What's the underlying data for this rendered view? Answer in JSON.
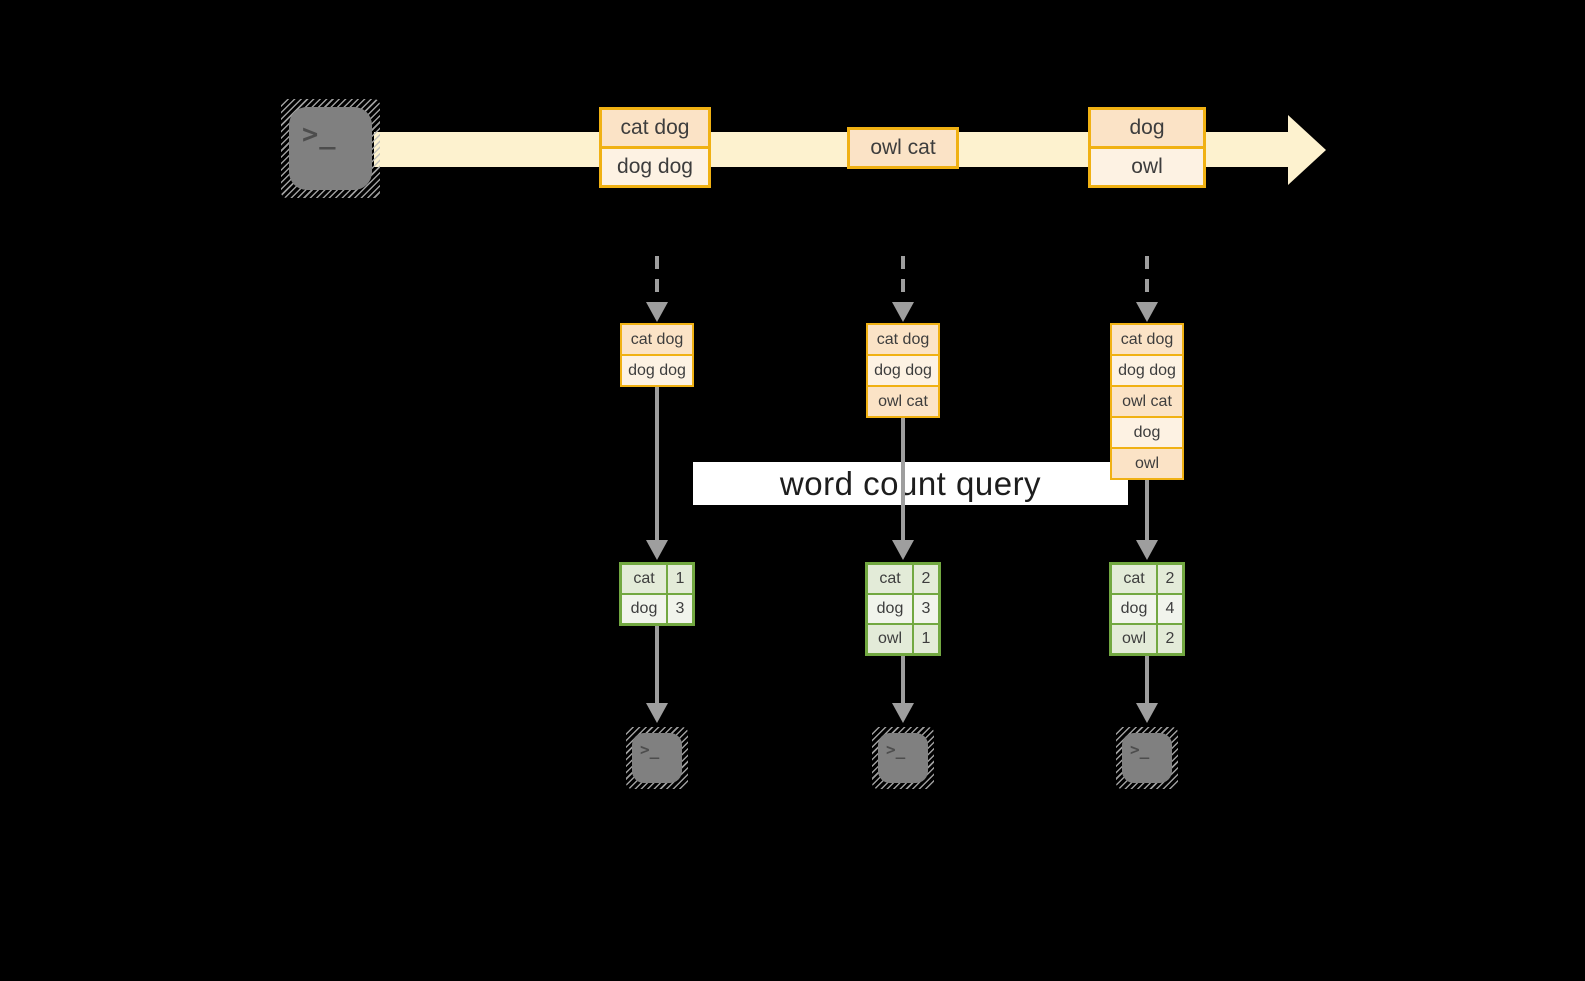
{
  "labels": {
    "query": "word count query"
  },
  "icons": {
    "terminal_prompt": ">_"
  },
  "colors": {
    "background": "#000000",
    "stream_band": "#fdf2cf",
    "gold_border": "#f0b113",
    "cell_dark": "#fbe3c6",
    "cell_light": "#fdf2e3",
    "green_border": "#72a841",
    "green_cell_dark": "#e3ebd8",
    "green_cell_light": "#f1f4ec",
    "arrow_gray": "#9e9e9e",
    "terminal_gray": "#808080",
    "label_bg": "#ffffff"
  },
  "stream": {
    "events": [
      {
        "lines": [
          "cat dog",
          "dog dog"
        ]
      },
      {
        "lines": [
          "owl cat"
        ]
      },
      {
        "lines": [
          "dog",
          "owl"
        ]
      }
    ]
  },
  "micro_batches": [
    {
      "input_lines": [
        "cat dog",
        "dog dog"
      ],
      "counts": [
        {
          "word": "cat",
          "count": "1"
        },
        {
          "word": "dog",
          "count": "3"
        }
      ]
    },
    {
      "input_lines": [
        "cat dog",
        "dog dog",
        "owl cat"
      ],
      "counts": [
        {
          "word": "cat",
          "count": "2"
        },
        {
          "word": "dog",
          "count": "3"
        },
        {
          "word": "owl",
          "count": "1"
        }
      ]
    },
    {
      "input_lines": [
        "cat dog",
        "dog dog",
        "owl cat",
        "dog",
        "owl"
      ],
      "counts": [
        {
          "word": "cat",
          "count": "2"
        },
        {
          "word": "dog",
          "count": "4"
        },
        {
          "word": "owl",
          "count": "2"
        }
      ]
    }
  ]
}
